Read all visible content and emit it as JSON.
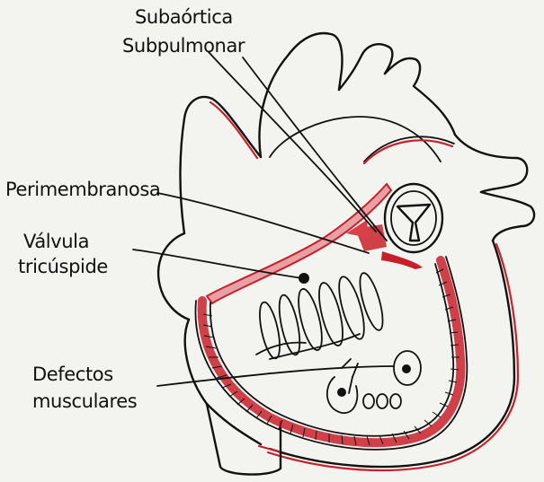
{
  "labels": {
    "subaortica": "Subaórtica",
    "subpulmonar": "Subpulmonar",
    "perimembranosa": "Perimembranosa",
    "valvula": "Válvula",
    "tricuspide": "tricúspide",
    "defectos": "Defectos",
    "musculares": "musculares"
  },
  "colors": {
    "ink": "#111111",
    "myocardium": "#c8202a",
    "background": "#f3f3f0"
  }
}
